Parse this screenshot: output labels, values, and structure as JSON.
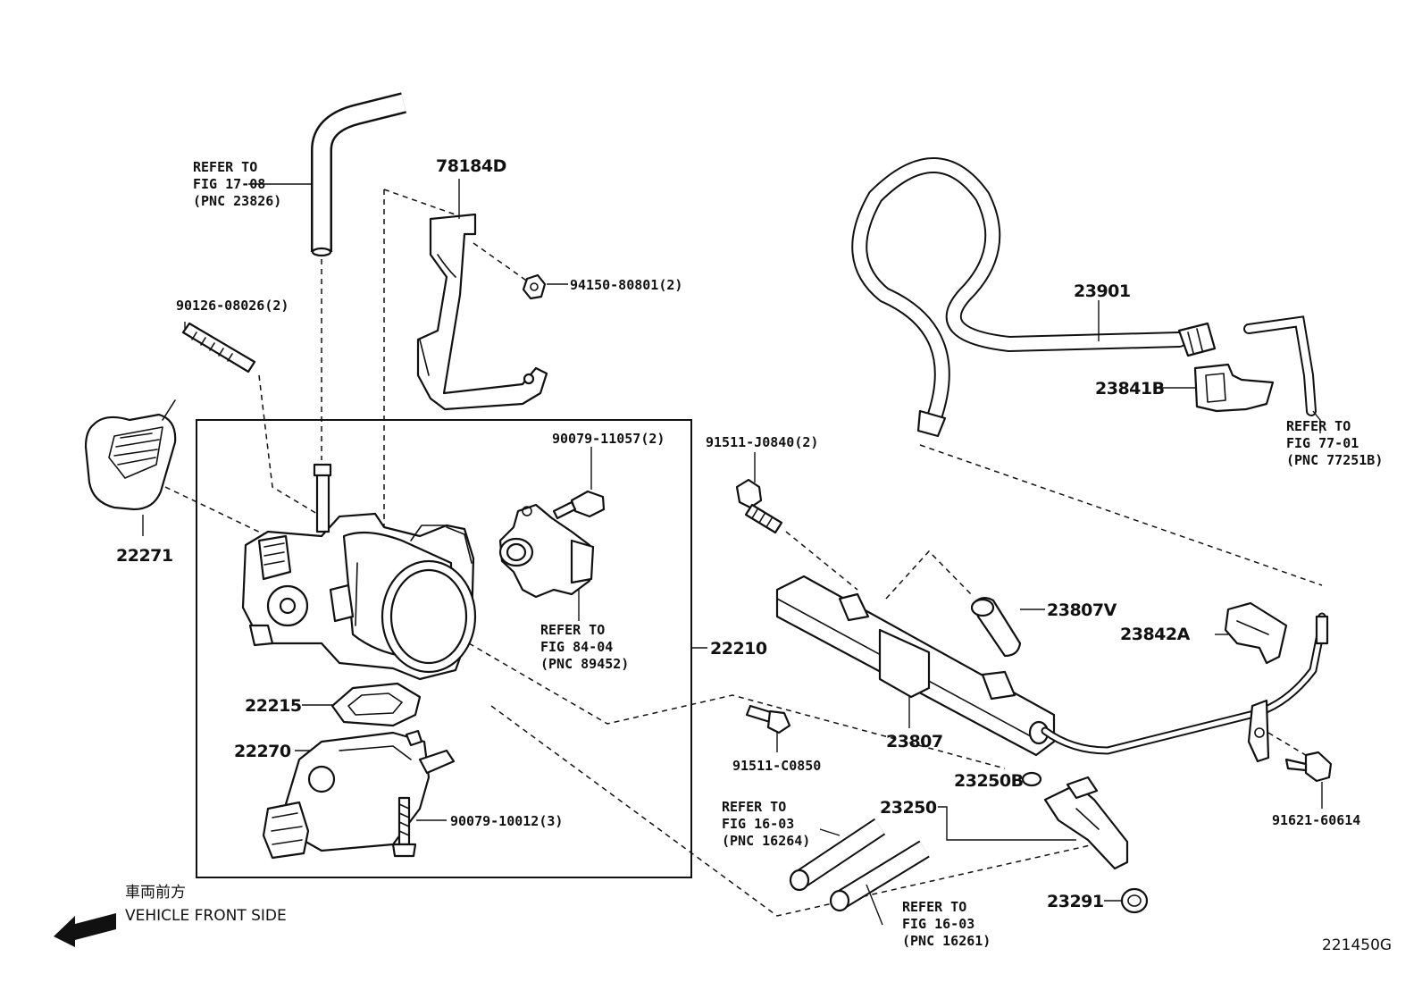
{
  "diagram_id": "221450G",
  "direction": {
    "jp": "車両前方",
    "en": "VEHICLE FRONT SIDE"
  },
  "callouts": {
    "c22271": "22271",
    "c22210": "22210",
    "c22215": "22215",
    "c22270": "22270",
    "c78184D": "78184D",
    "c23901": "23901",
    "c23841B": "23841B",
    "c23807V": "23807V",
    "c23842A": "23842A",
    "c23807": "23807",
    "c23250": "23250",
    "c23250B": "23250B",
    "c23291": "23291"
  },
  "hardware": {
    "h90126": "90126-08026(2)",
    "h94150": "94150-80801(2)",
    "h90079a": "90079-11057(2)",
    "h91511j": "91511-J0840(2)",
    "h91511c": "91511-C0850",
    "h90079b": "90079-10012(3)",
    "h91621": "91621-60614"
  },
  "refs": {
    "r1": [
      "REFER TO",
      "FIG 17-08",
      "(PNC 23826)"
    ],
    "r2": [
      "REFER TO",
      "FIG 77-01",
      "(PNC 77251B)"
    ],
    "r3": [
      "REFER TO",
      "FIG 84-04",
      "(PNC 89452)"
    ],
    "r4": [
      "REFER TO",
      "FIG 16-03",
      "(PNC 16264)"
    ],
    "r5": [
      "REFER TO",
      "FIG 16-03",
      "(PNC 16261)"
    ]
  }
}
